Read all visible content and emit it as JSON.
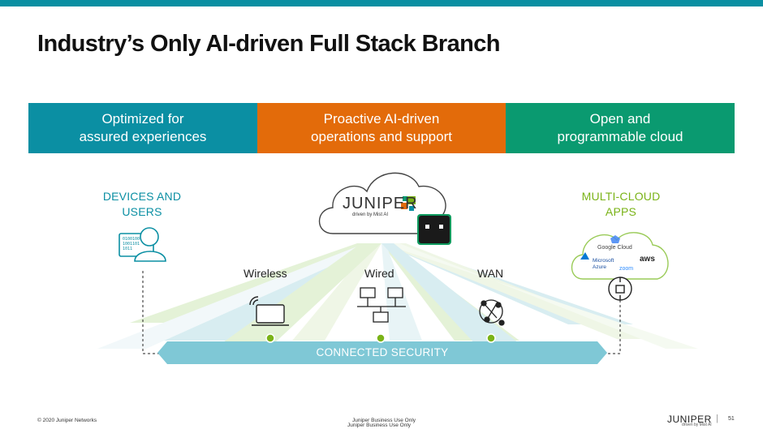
{
  "title": "Industry’s Only AI-driven Full Stack Branch",
  "pillars": [
    {
      "line1": "Optimized for",
      "line2": "assured experiences"
    },
    {
      "line1": "Proactive AI-driven",
      "line2": "operations and support"
    },
    {
      "line1": "Open and",
      "line2": "programmable cloud"
    }
  ],
  "categories": {
    "devices": {
      "line1": "DEVICES AND",
      "line2": "USERS"
    },
    "cloud": {
      "line1": "MULTI-CLOUD",
      "line2": "APPS"
    }
  },
  "cloud_brand": {
    "name": "JUNIPER",
    "sub": "driven by Mist AI"
  },
  "cloud_apps": {
    "google": "Google Cloud",
    "azure": "Microsoft Azure",
    "aws": "aws",
    "zoom": "zoom"
  },
  "labels": {
    "wireless": "Wireless",
    "wired": "Wired",
    "wan": "WAN"
  },
  "security_bar": "CONNECTED SECURITY",
  "user_binary": [
    "0100100",
    "1001101",
    "1011"
  ],
  "footer": {
    "copyright": "© 2020 Juniper Networks",
    "business_1": "Juniper Business Use Only",
    "business_2": "Juniper Business Use Only",
    "brand": "JUNIPER",
    "brand_sub": "driven by Mist AI",
    "page": "51"
  },
  "colors": {
    "teal": "#0b8fa3",
    "orange": "#e36b0a",
    "green": "#0a9a70",
    "lime": "#7ab317",
    "security": "#7fc8d6"
  }
}
